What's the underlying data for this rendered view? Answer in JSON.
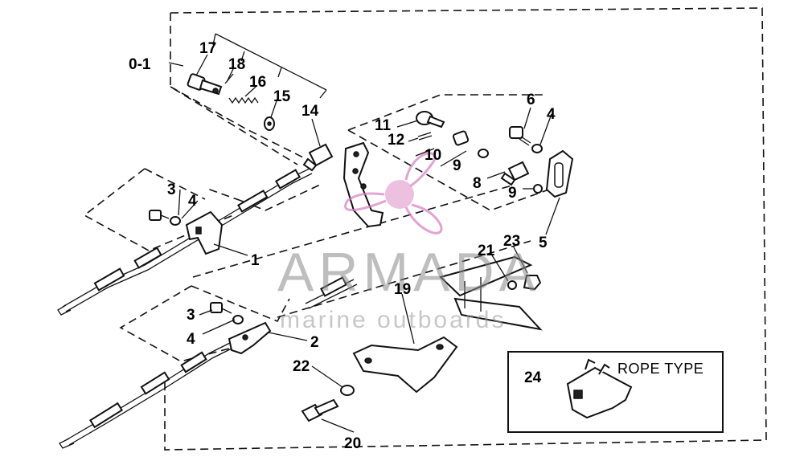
{
  "diagram": {
    "inset_title": "ROPE TYPE",
    "labels": [
      {
        "id": "0-1",
        "text": "0-1"
      },
      {
        "id": "17",
        "text": "17"
      },
      {
        "id": "18",
        "text": "18"
      },
      {
        "id": "16",
        "text": "16"
      },
      {
        "id": "15",
        "text": "15"
      },
      {
        "id": "14",
        "text": "14"
      },
      {
        "id": "11",
        "text": "11"
      },
      {
        "id": "12",
        "text": "12"
      },
      {
        "id": "10",
        "text": "10"
      },
      {
        "id": "9a",
        "text": "9"
      },
      {
        "id": "8",
        "text": "8"
      },
      {
        "id": "9b",
        "text": "9"
      },
      {
        "id": "6",
        "text": "6"
      },
      {
        "id": "4a",
        "text": "4"
      },
      {
        "id": "5",
        "text": "5"
      },
      {
        "id": "3a",
        "text": "3"
      },
      {
        "id": "4b",
        "text": "4"
      },
      {
        "id": "1",
        "text": "1"
      },
      {
        "id": "21",
        "text": "21"
      },
      {
        "id": "23",
        "text": "23"
      },
      {
        "id": "19",
        "text": "19"
      },
      {
        "id": "3b",
        "text": "3"
      },
      {
        "id": "4c",
        "text": "4"
      },
      {
        "id": "2",
        "text": "2"
      },
      {
        "id": "22",
        "text": "22"
      },
      {
        "id": "20",
        "text": "20"
      },
      {
        "id": "24",
        "text": "24"
      }
    ]
  },
  "watermark": {
    "brand": "ARMADA",
    "tagline": "marine outboards",
    "colors": {
      "gray": "#8a8a8a",
      "pink": "#e7a6d4",
      "pink_dark": "#d77ec0"
    }
  }
}
